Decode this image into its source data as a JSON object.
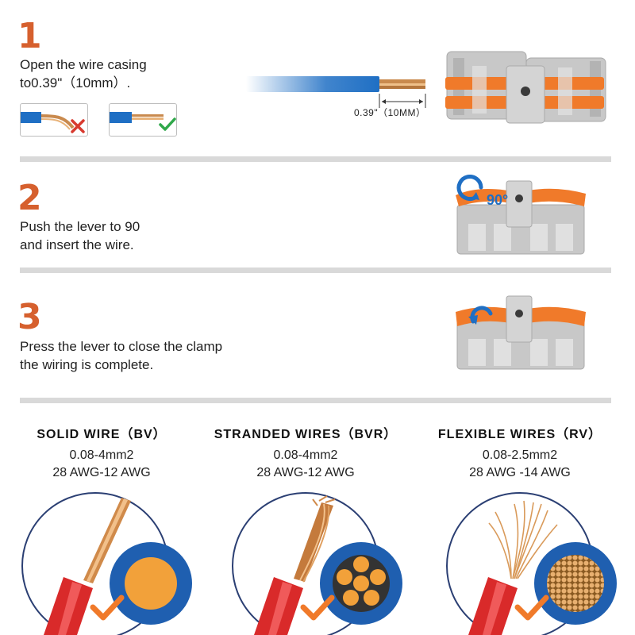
{
  "steps": [
    {
      "number": "1",
      "text_line1": "Open the wire casing",
      "text_line2": "to0.39\"（10mm）."
    },
    {
      "number": "2",
      "text_line1": "Push the lever to 90",
      "text_line2": "and insert the wire."
    },
    {
      "number": "3",
      "text_line1": "Press the lever to close the clamp",
      "text_line2": "the wiring is complete."
    }
  ],
  "strip_dimension": "0.39\"（10MM）",
  "lever_angle": "90°",
  "wire_types": [
    {
      "title": "SOLID WIRE（BV）",
      "spec1": "0.08-4mm2",
      "spec2": "28 AWG-12 AWG"
    },
    {
      "title": "STRANDED WIRES（BVR）",
      "spec1": "0.08-4mm2",
      "spec2": "28 AWG-12 AWG"
    },
    {
      "title": "FLEXIBLE WIRES（RV）",
      "spec1": "0.08-2.5mm2",
      "spec2": "28 AWG -14 AWG"
    }
  ],
  "colors": {
    "accent_orange": "#d6602e",
    "lever_orange": "#f07a2a",
    "housing_gray": "#c8c8c8",
    "wire_blue": "#1f6fc4",
    "ok_green": "#2fa84a",
    "bad_red": "#d83a2f"
  }
}
